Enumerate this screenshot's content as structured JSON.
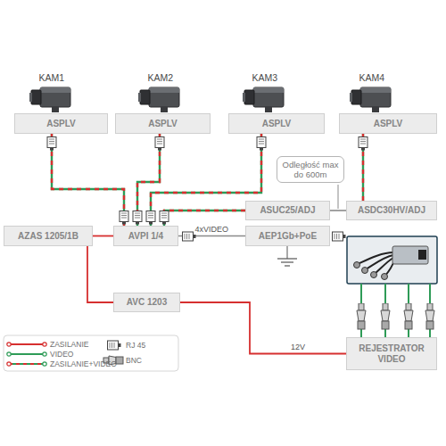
{
  "diagram": {
    "nodes": [
      {
        "text": [
          "ASPLV"
        ]
      },
      {
        "text": [
          "ASPLV"
        ]
      },
      {
        "text": [
          "ASPLV"
        ]
      },
      {
        "text": [
          "ASPLV"
        ]
      },
      {
        "text": [
          "Odległość max do 600m"
        ]
      },
      {
        "text": [
          "ASUC25/ADJ"
        ]
      },
      {
        "text": [
          "ASDC30HV/ADJ"
        ]
      },
      {
        "text": [
          "AZAS 1205/1B"
        ]
      },
      {
        "text": [
          "AVPI 1/4"
        ]
      },
      {
        "text": [
          "AEP1Gb+PoE"
        ]
      },
      {
        "text": [
          "AVC 1203"
        ]
      },
      {
        "text": [
          "REJESTRATOR VIDEO"
        ]
      }
    ],
    "edges": [
      {
        "from": 0,
        "to": 8,
        "arrow": "none"
      },
      {
        "from": 1,
        "to": 8,
        "arrow": "none"
      },
      {
        "from": 2,
        "to": 8,
        "arrow": "none"
      },
      {
        "from": 3,
        "to": 6,
        "arrow": "none"
      },
      {
        "from": 6,
        "to": 5,
        "arrow": "none"
      },
      {
        "from": 5,
        "to": 8,
        "arrow": "none"
      },
      {
        "from": 8,
        "to": 9,
        "label": "4xVIDEO",
        "arrow": "none"
      },
      {
        "from": 7,
        "to": 8,
        "arrow": "none"
      },
      {
        "from": 7,
        "to": 10,
        "arrow": "none"
      },
      {
        "from": 10,
        "to": 11,
        "label": "12V",
        "arrow": "none"
      }
    ],
    "labels": [
      "KAM1",
      "KAM2",
      "KAM3",
      "KAM4"
    ],
    "legend": [
      {
        "text": "ZASILANIE"
      },
      {
        "text": "VIDEO"
      },
      {
        "text": "ZASILANIE+VIDEO"
      },
      {
        "text": "RJ 45"
      },
      {
        "text": "BNC"
      }
    ]
  }
}
